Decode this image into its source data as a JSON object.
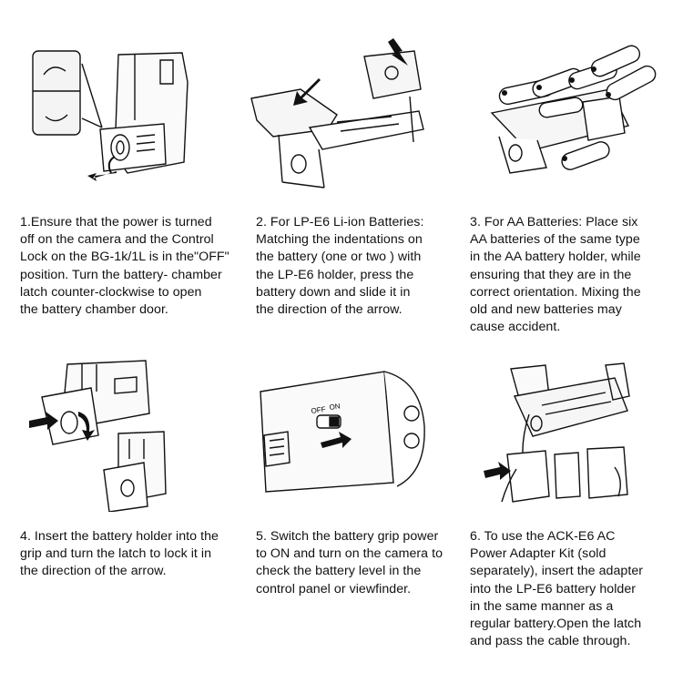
{
  "steps": [
    {
      "text": "1.Ensure that the power is turned\noff on the camera and the Control\nLock on the BG-1k/1L is in the\"OFF\"\nposition. Turn the battery- chamber\nlatch counter-clockwise to open\nthe battery chamber door."
    },
    {
      "text": "2. For LP-E6 Li-ion Batteries:\nMatching the indentations on\nthe battery (one or two ) with\nthe LP-E6 holder, press the\nbattery down and slide it in\nthe direction of the arrow."
    },
    {
      "text": "3. For AA Batteries: Place six\nAA batteries of the same type\nin the AA battery holder, while\nensuring that they are in the\ncorrect orientation. Mixing the\nold and new batteries may\ncause accident."
    },
    {
      "text": "4. Insert the battery holder into the\ngrip and turn the latch to lock it in\nthe direction of the arrow."
    },
    {
      "text": "5. Switch the battery grip power\nto ON and turn on the camera to\ncheck the battery level in the\ncontrol panel or viewfinder."
    },
    {
      "text": "6. To use the ACK-E6 AC\nPower Adapter Kit (sold\nseparately), insert the adapter\ninto the LP-E6 battery holder\nin the same manner as a\nregular battery.Open the latch\nand pass the cable through."
    }
  ],
  "illustrations": {
    "step5_switch_off": "OFF",
    "step5_switch_on": "ON"
  }
}
